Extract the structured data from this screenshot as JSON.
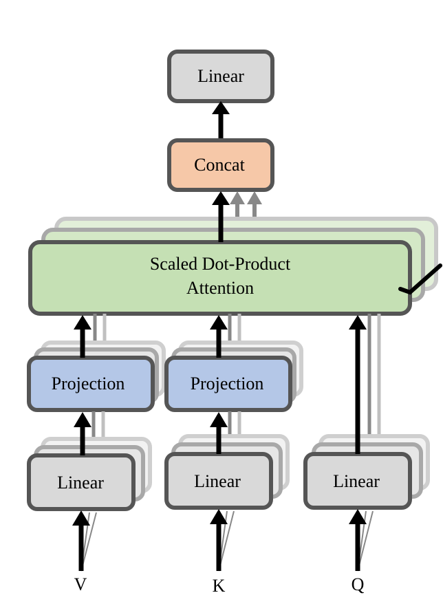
{
  "diagram": {
    "top_linear": {
      "label": "Linear"
    },
    "concat": {
      "label": "Concat"
    },
    "attention": {
      "label_line1": "Scaled Dot-Product",
      "label_line2": "Attention"
    },
    "projections": [
      {
        "label": "Projection"
      },
      {
        "label": "Projection"
      }
    ],
    "input_linears": [
      {
        "label": "Linear"
      },
      {
        "label": "Linear"
      },
      {
        "label": "Linear"
      }
    ],
    "inputs": [
      {
        "label": "V"
      },
      {
        "label": "K"
      },
      {
        "label": "Q"
      }
    ],
    "colors": {
      "linear_fill": "#d9d9d9",
      "concat_fill": "#f6c8a8",
      "attention_fill": "#c5e0b4",
      "projection_fill": "#b4c7e7",
      "border": "#555555",
      "arrow": "#000000"
    }
  }
}
